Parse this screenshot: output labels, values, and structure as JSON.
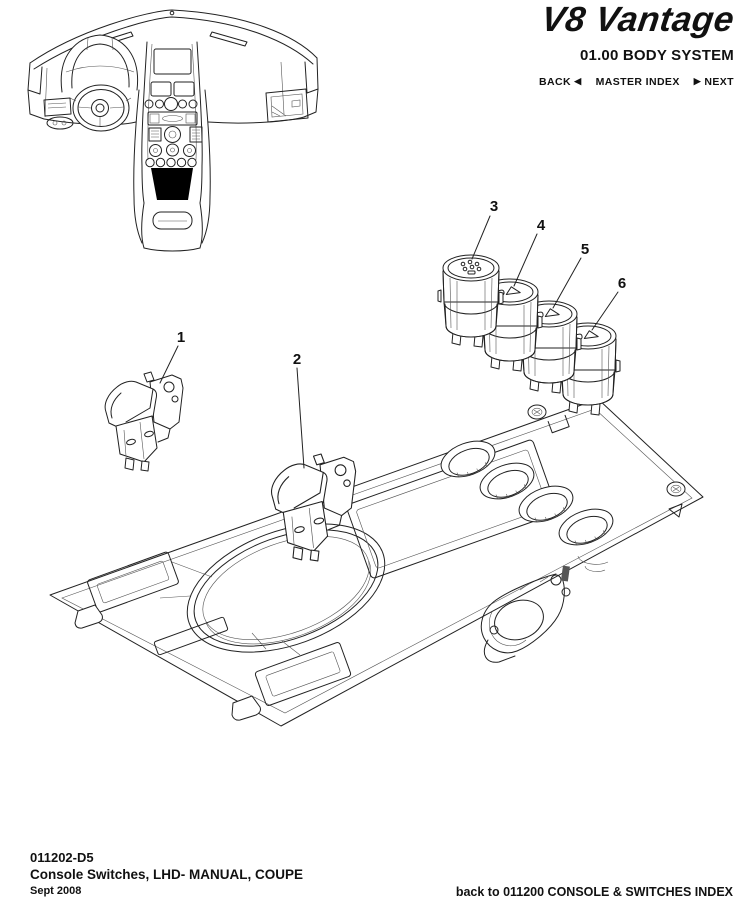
{
  "header": {
    "logo": "V8 Vantage",
    "section": "01.00 BODY SYSTEM",
    "nav": {
      "back_label": "BACK",
      "back_arrow": "◀",
      "master_index_label": "MASTER INDEX",
      "next_arrow": "▶",
      "next_label": "NEXT"
    }
  },
  "footer": {
    "document_number": "011202-D5",
    "document_title": "Console Switches, LHD- MANUAL, COUPE",
    "date": "Sept 2008",
    "back_link": "back to 011200 CONSOLE & SWITCHES INDEX"
  },
  "diagram": {
    "description": "Exploded view of console switches and console switch panel with dashboard location illustration",
    "callouts": [
      {
        "label": "1"
      },
      {
        "label": "2"
      },
      {
        "label": "3"
      },
      {
        "label": "4"
      },
      {
        "label": "5"
      },
      {
        "label": "6"
      }
    ]
  },
  "colors": {
    "ink": "#222222",
    "paper": "#ffffff",
    "location_highlight": "#000000"
  }
}
